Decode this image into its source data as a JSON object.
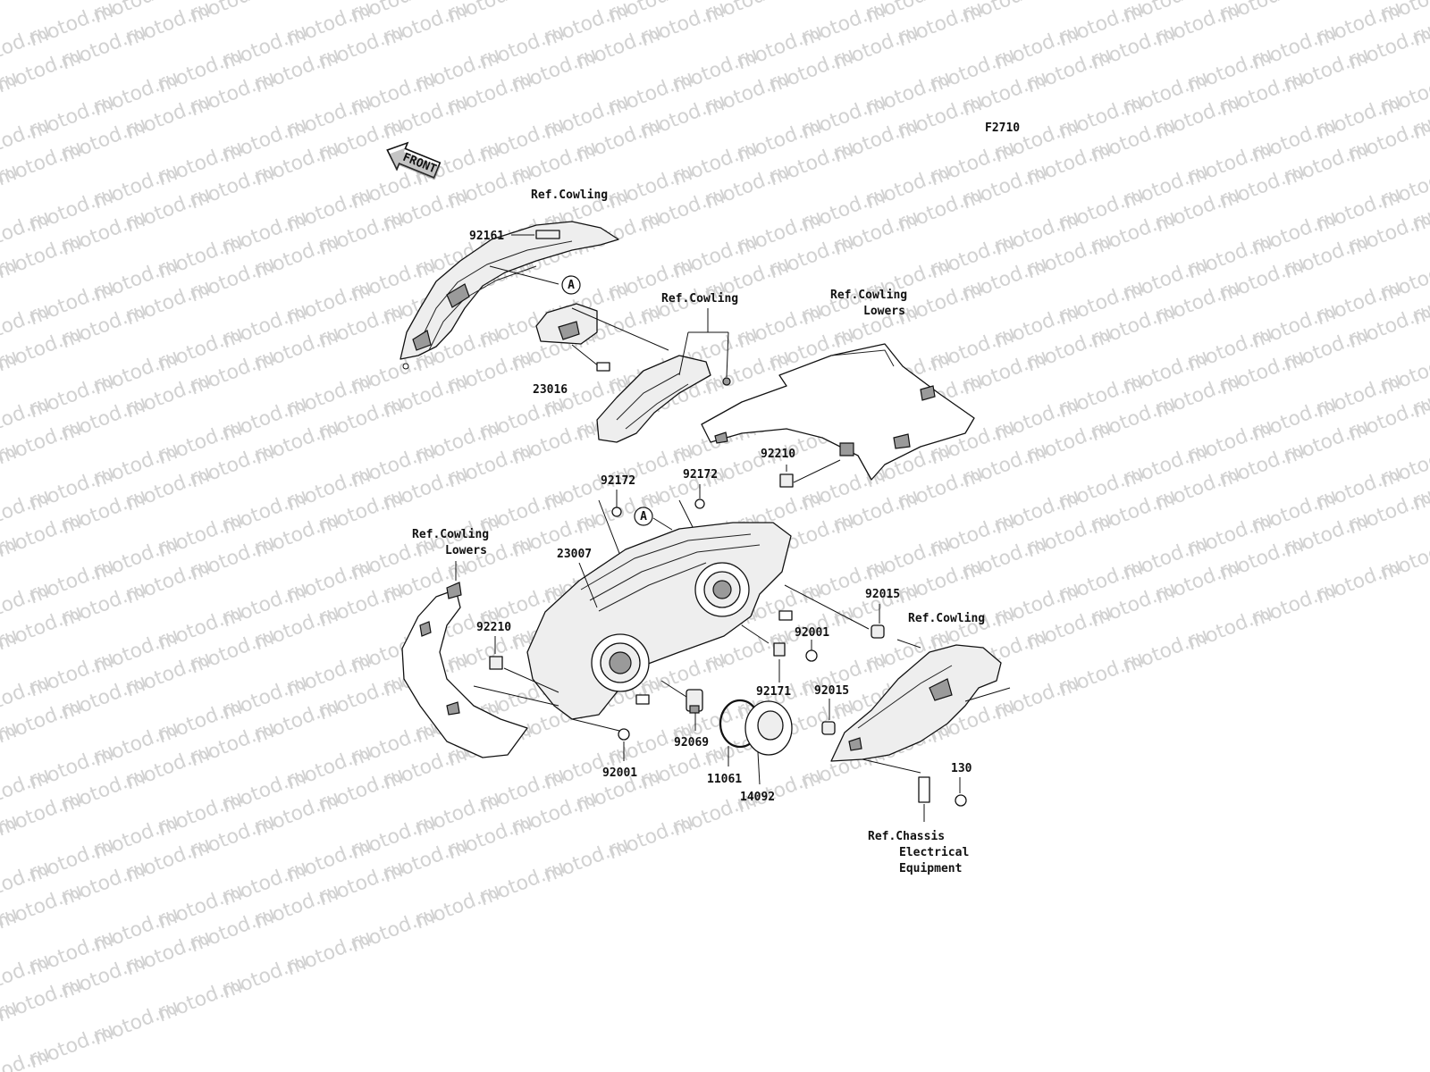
{
  "watermark": "motod.ru",
  "figure_code": "F2710",
  "front_arrow": "FRONT",
  "ref_mark": "A",
  "labels": {
    "ref_cowling_top": "Ref.Cowling",
    "ref_cowling_mid": "Ref.Cowling",
    "ref_cowling_lowers_right_1": "Ref.Cowling",
    "ref_cowling_lowers_right_2": "Lowers",
    "ref_cowling_lowers_left_1": "Ref.Cowling",
    "ref_cowling_lowers_left_2": "Lowers",
    "ref_cowling_right": "Ref.Cowling",
    "ref_chassis_1": "Ref.Chassis",
    "ref_chassis_2": "Electrical",
    "ref_chassis_3": "Equipment"
  },
  "parts": {
    "p92161": "92161",
    "p23016": "23016",
    "p92210_right": "92210",
    "p92172_left": "92172",
    "p92172_right": "92172",
    "p23007": "23007",
    "p92015_top": "92015",
    "p92210_left": "92210",
    "p92001_right": "92001",
    "p92171": "92171",
    "p92015_bottom": "92015",
    "p92069": "92069",
    "p92001_bottom": "92001",
    "p11061": "11061",
    "p14092": "14092",
    "p130": "130"
  }
}
